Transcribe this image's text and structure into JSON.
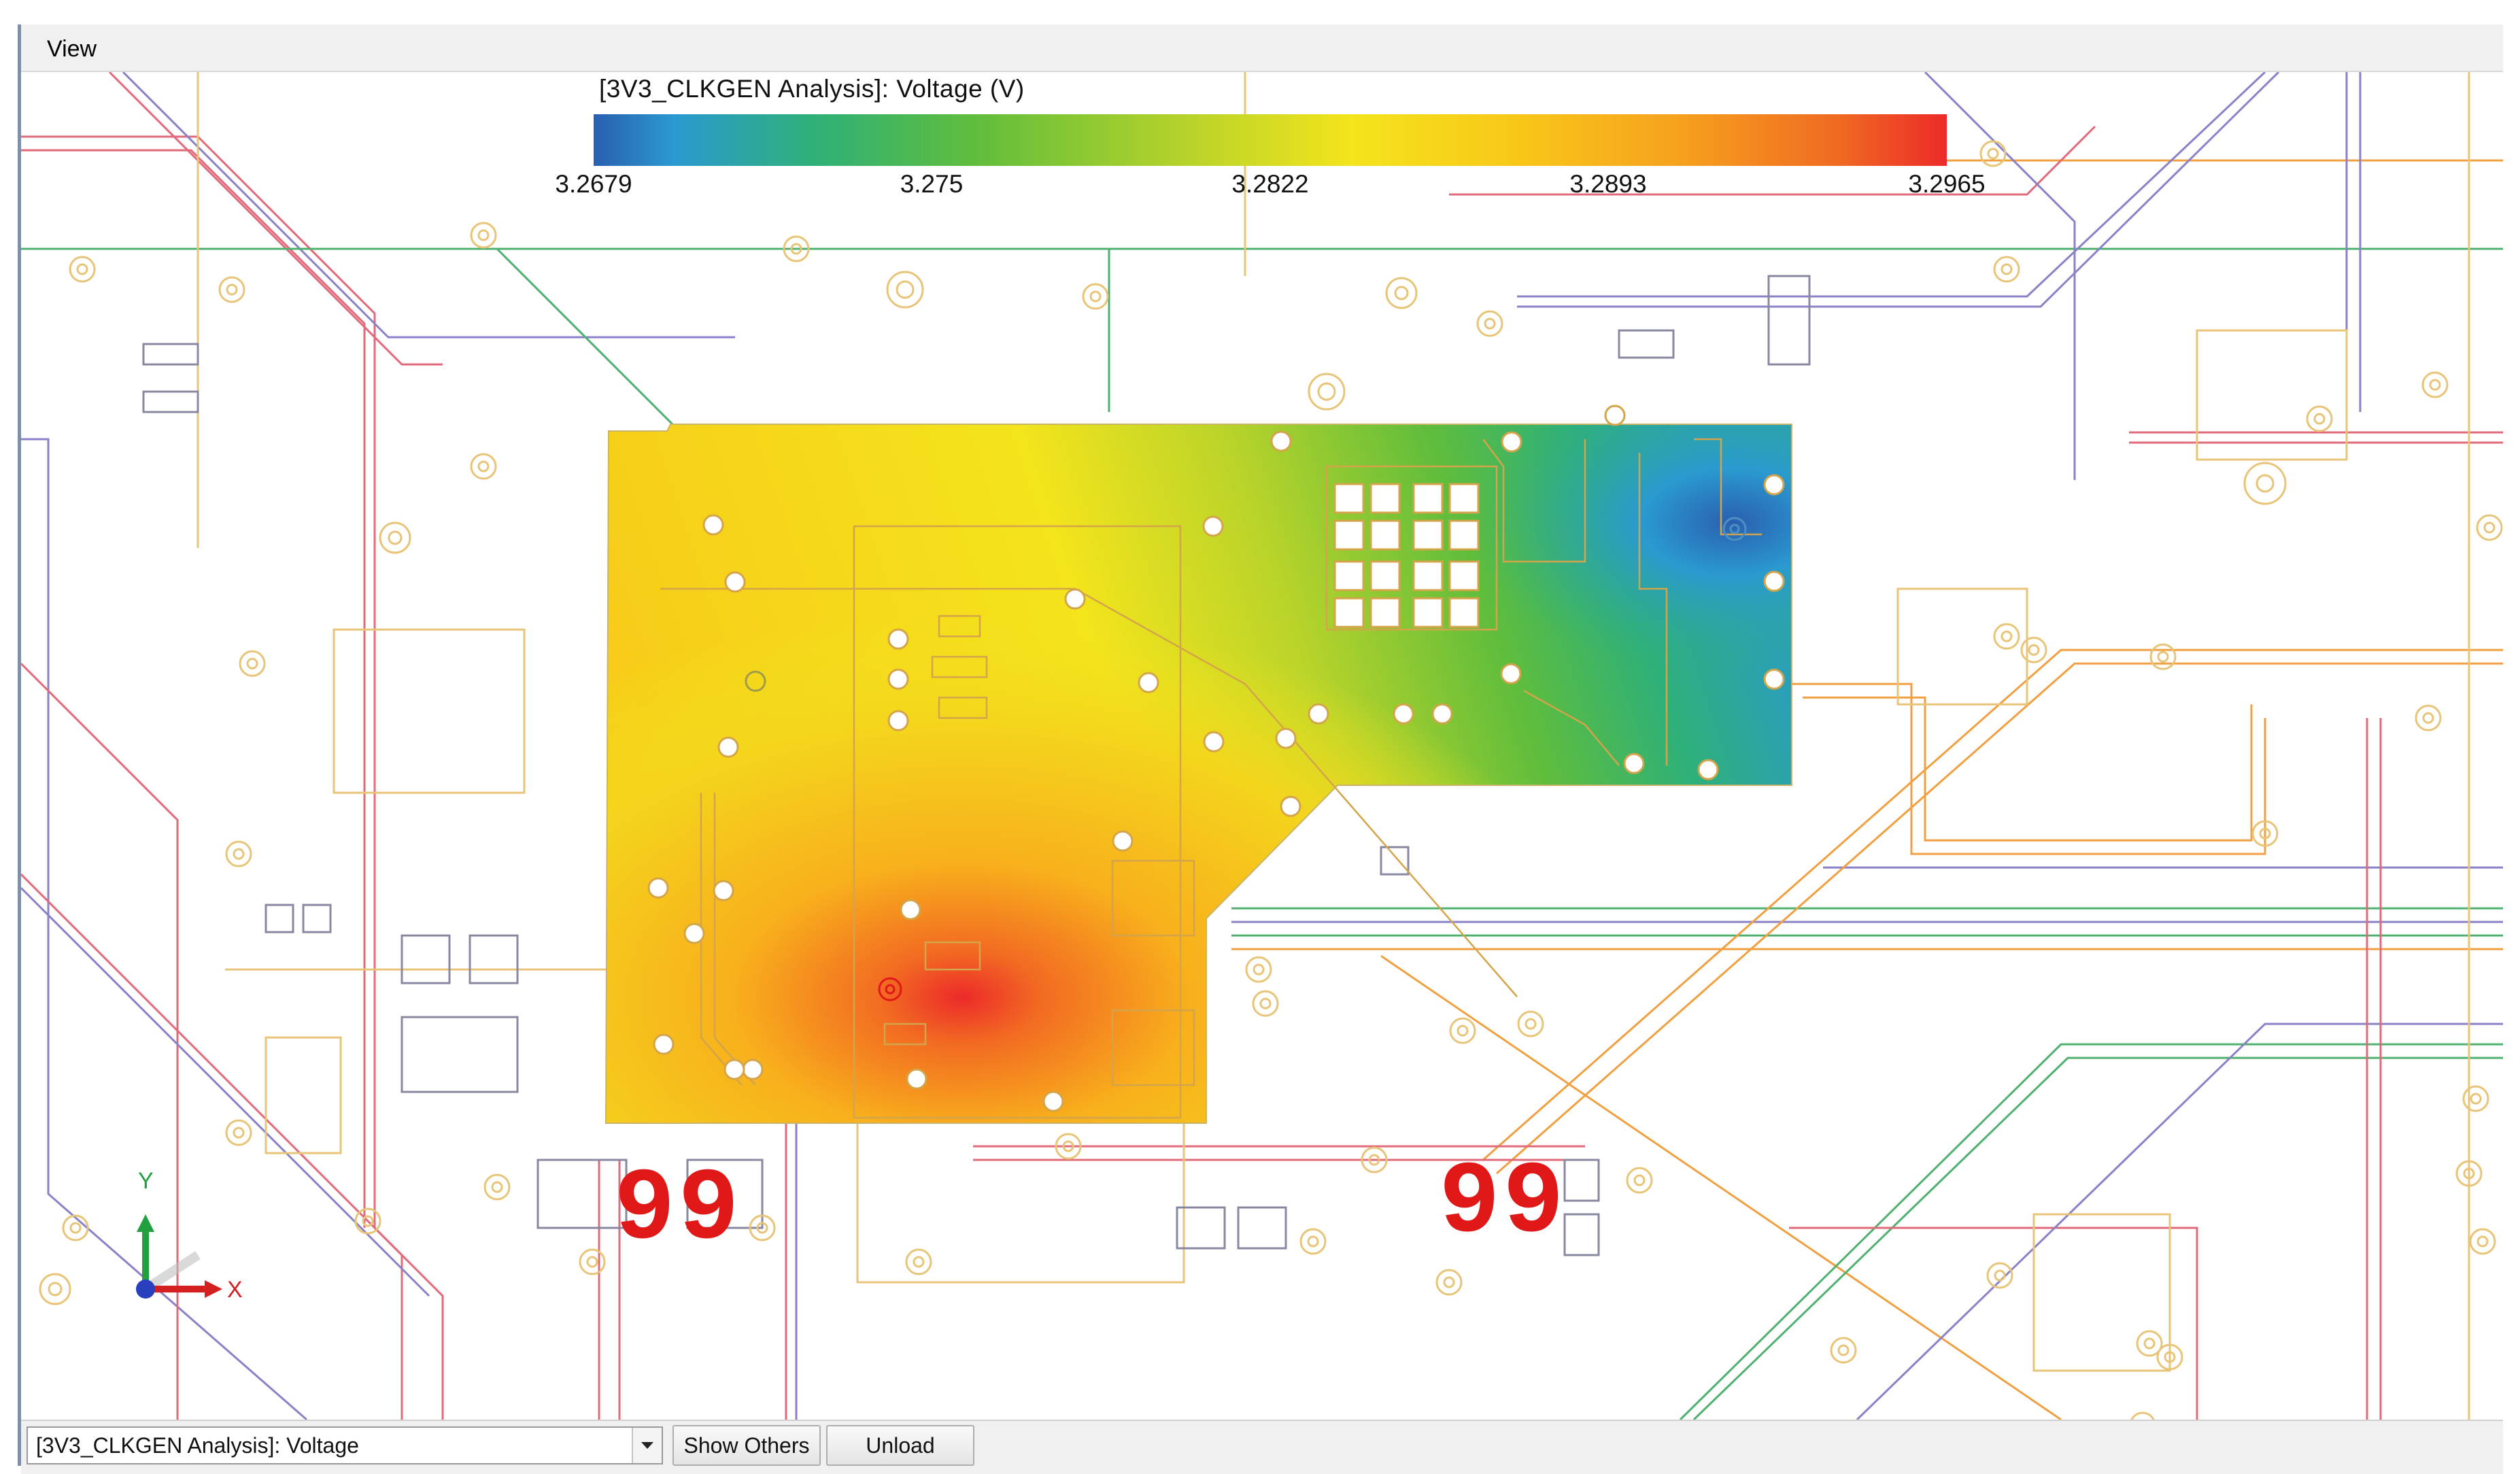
{
  "menu": {
    "view_label": "View"
  },
  "colorbar": {
    "title": "[3V3_CLKGEN Analysis]: Voltage (V)",
    "ticks": [
      "3.2679",
      "3.275",
      "3.2822",
      "3.2893",
      "3.2965"
    ],
    "min": 3.2679,
    "max": 3.2965
  },
  "axes": {
    "x_label": "X",
    "y_label": "Y"
  },
  "board_labels": [
    "99",
    "99"
  ],
  "status_bar": {
    "selected_analysis": "[3V3_CLKGEN Analysis]: Voltage",
    "show_others_label": "Show Others",
    "unload_label": "Unload"
  },
  "colors": {
    "trace_red": "#e06a7a",
    "trace_purple": "#8a82c8",
    "trace_orange": "#f0a040",
    "trace_yellow": "#e8c478",
    "trace_green": "#4fb070",
    "trace_grey": "#8888a0",
    "voltage_high": "#ec2a2a",
    "voltage_low": "#2a5fb0",
    "label_red": "#e01818"
  }
}
